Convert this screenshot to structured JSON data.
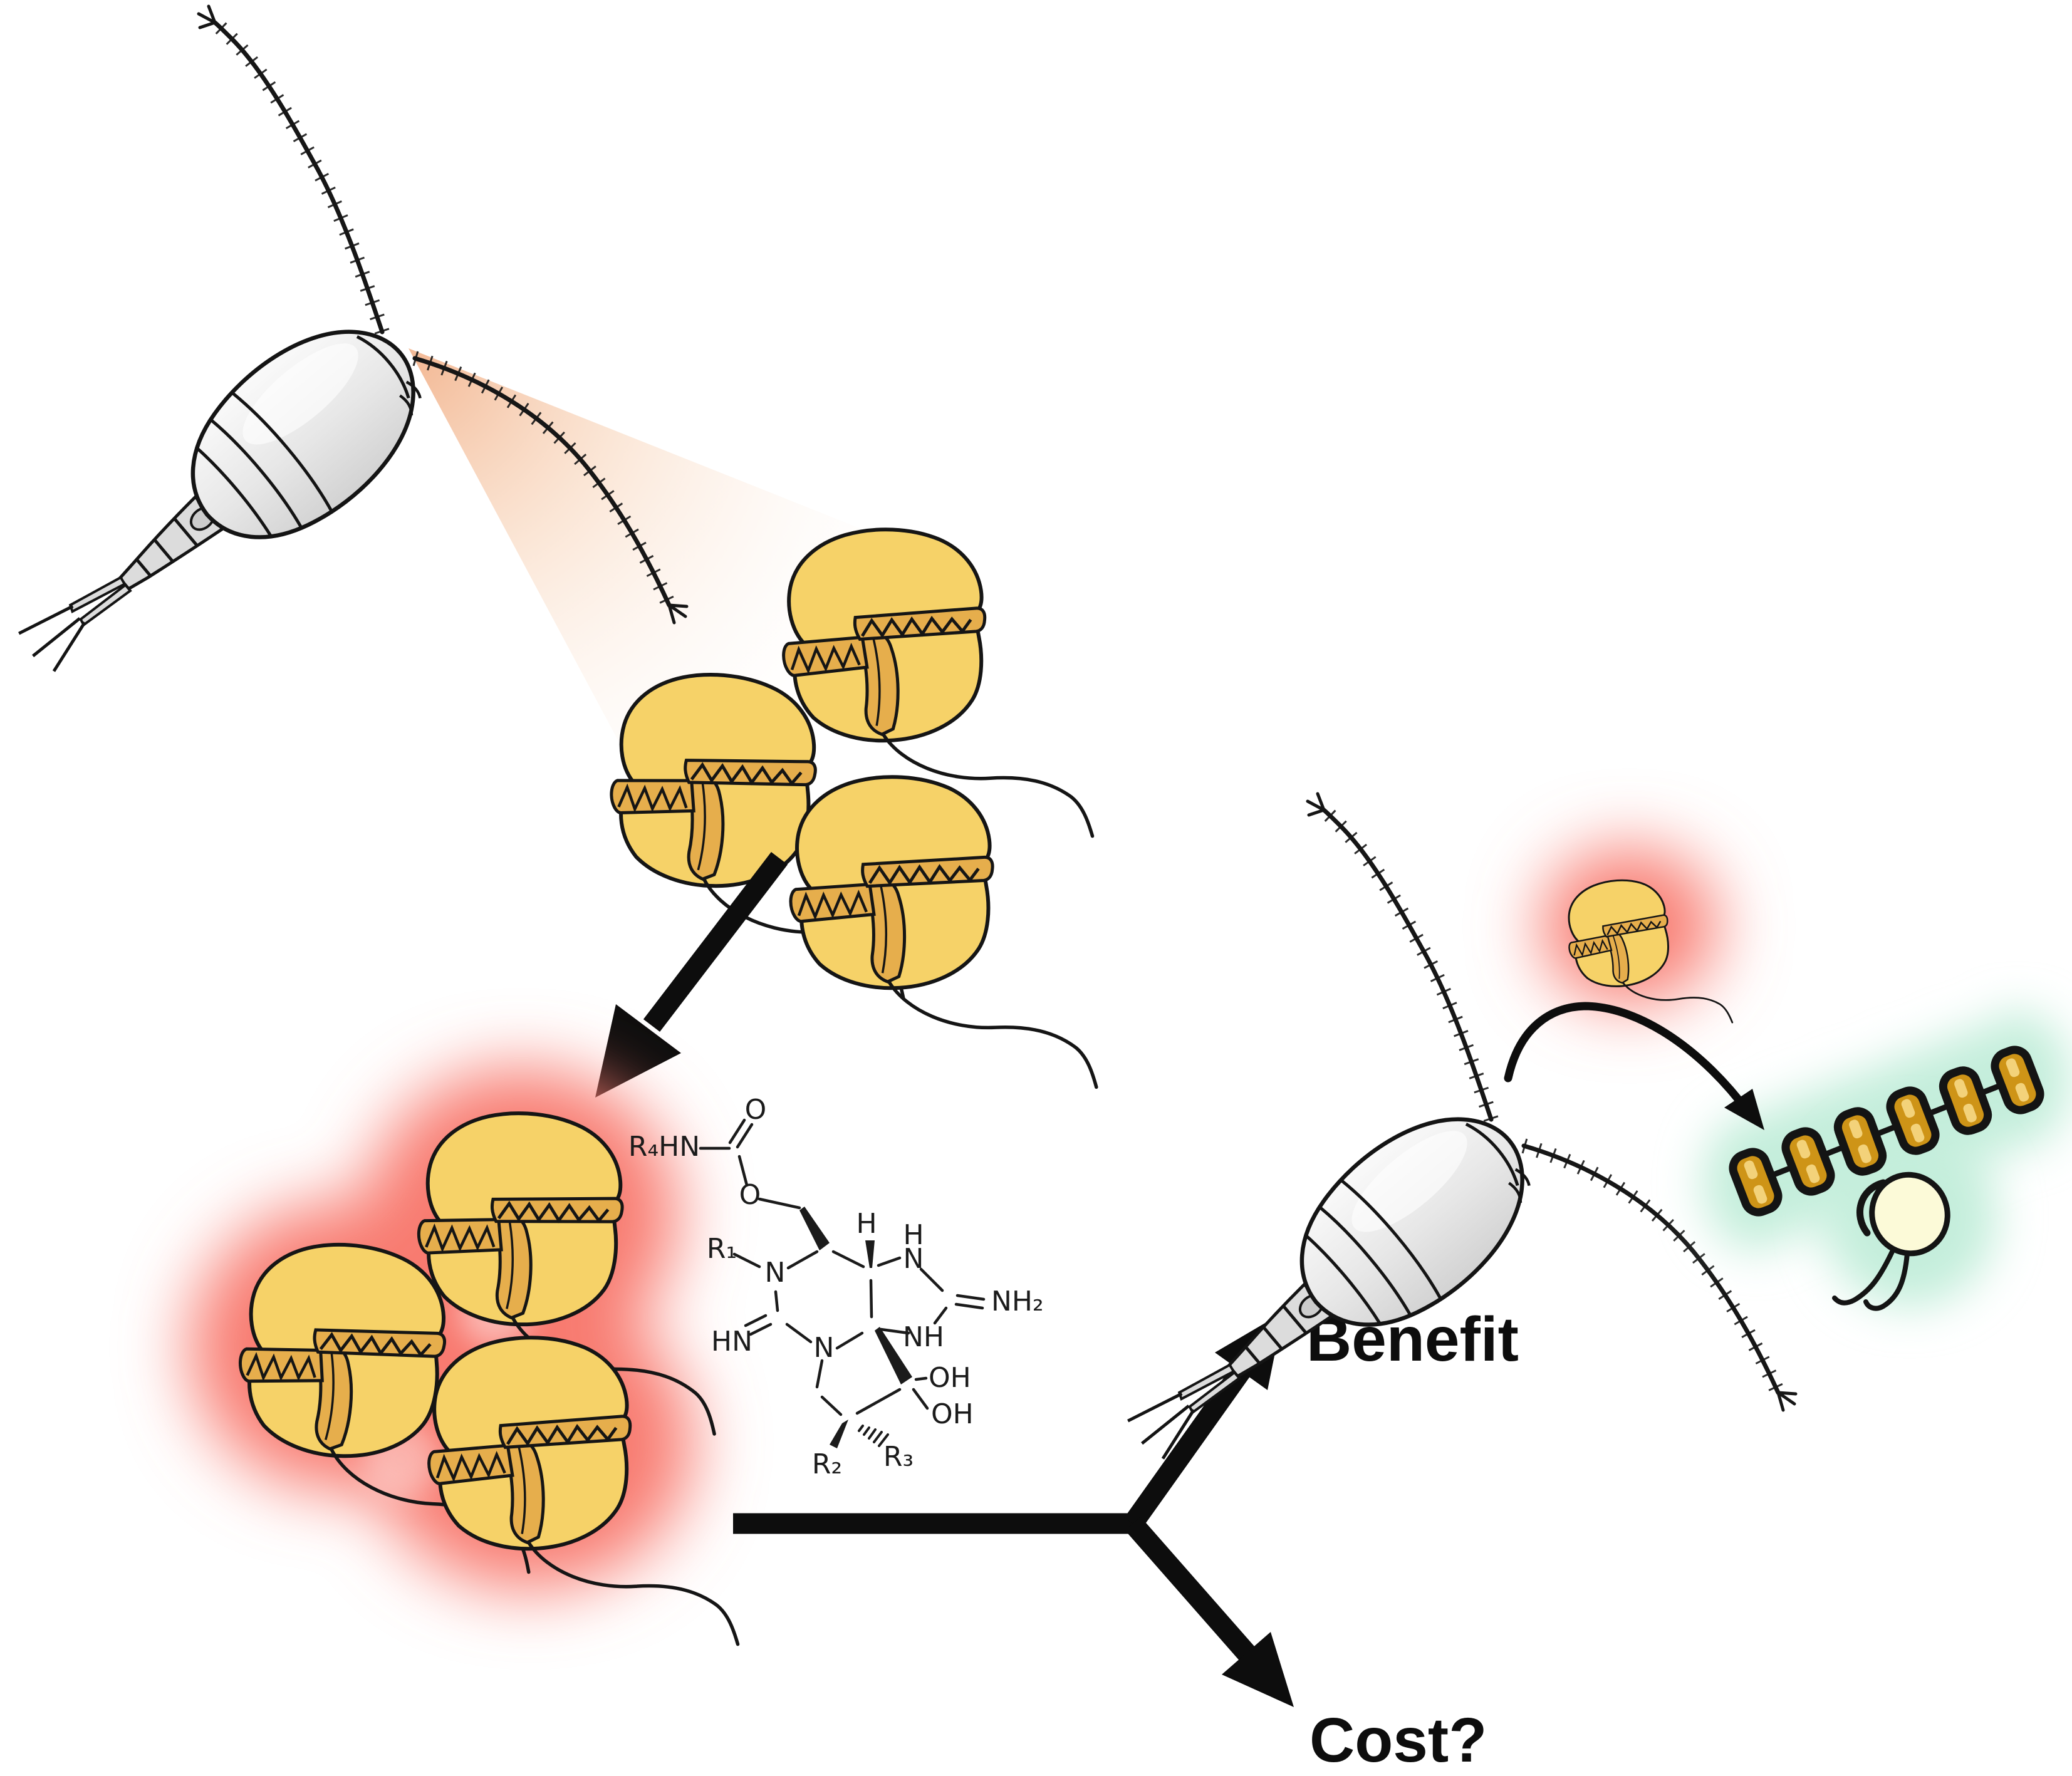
{
  "labels": {
    "benefit": "Benefit",
    "cost": "Cost?"
  },
  "molecule": {
    "r4hn": "R₄HN",
    "carbonyl_o": "O",
    "ester_o": "O",
    "r1": "R₁",
    "ring_n_top": "N",
    "stereo_h": "H",
    "imid_nh_h": "H",
    "imid_nh_n": "N",
    "amine_nh2": "NH₂",
    "imid_nh": "NH",
    "imine_hn": "HN",
    "ring_n_bottom": "N",
    "hydroxyl_upper": "OH",
    "hydroxyl_lower": "OH",
    "r2": "R₂",
    "r3": "R₃"
  },
  "colors": {
    "outline": "#151515",
    "cell_yellow": "#F6D268",
    "cell_band": "#E6AE4C",
    "toxic_glow_red": "#F87A70",
    "safe_glow_green": "#C4EEDB",
    "copepod_grey": "#E9E9E9",
    "cone_peach": "#F0A87C",
    "diatom_gold": "#CE9417",
    "flagellate_cream": "#FCFAD8",
    "arrow_black": "#0d0d0d"
  }
}
